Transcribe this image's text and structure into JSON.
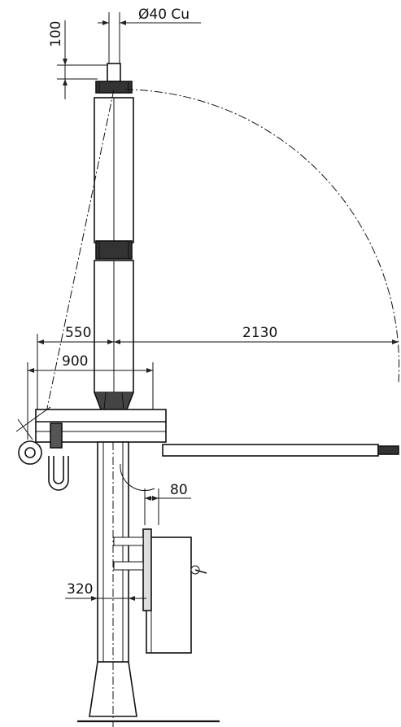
{
  "labels": {
    "conductor": "Ø40 Cu",
    "dim_top": "100",
    "dim_550": "550",
    "dim_900": "900",
    "dim_2130": "2130",
    "dim_80": "80",
    "dim_320": "320"
  }
}
